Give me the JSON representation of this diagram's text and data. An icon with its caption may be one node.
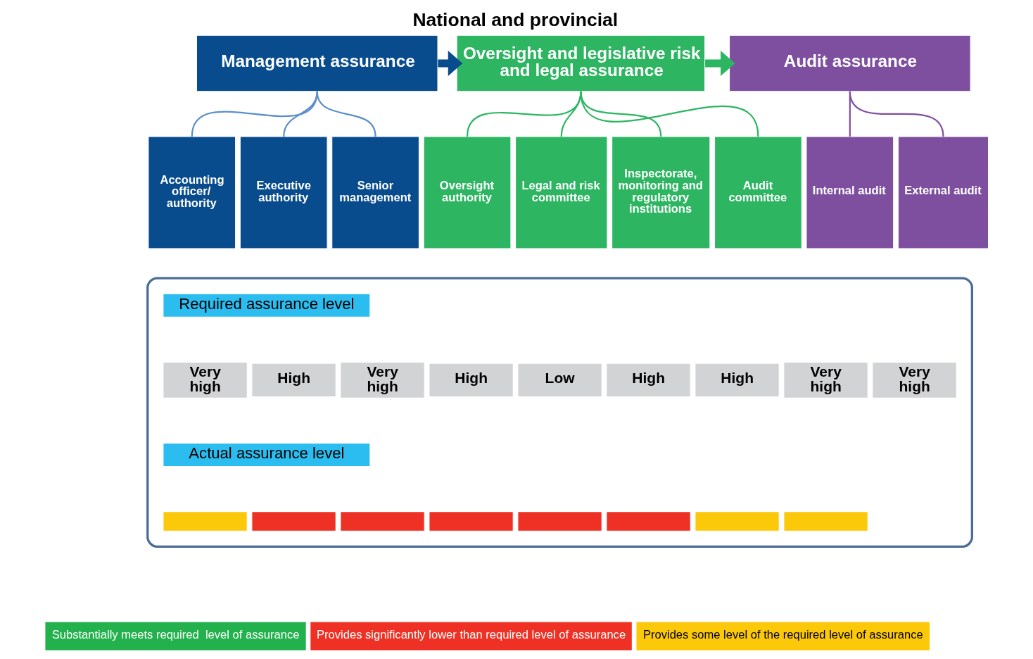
{
  "diagram": {
    "title": "National and provincial",
    "nodes": [
      {
        "text": [
          "Management assurance"
        ]
      },
      {
        "text": [
          "Oversight and legislative risk and legal assurance"
        ]
      },
      {
        "text": [
          "Audit assurance"
        ]
      },
      {
        "text": [
          "Accounting officer/ authority"
        ]
      },
      {
        "text": [
          "Executive authority"
        ]
      },
      {
        "text": [
          "Senior management"
        ]
      },
      {
        "text": [
          "Oversight authority"
        ]
      },
      {
        "text": [
          "Legal and risk committee"
        ]
      },
      {
        "text": [
          "Inspectorate, monitoring and regulatory institutions"
        ]
      },
      {
        "text": [
          "Audit committee"
        ]
      },
      {
        "text": [
          "Internal audit"
        ]
      },
      {
        "text": [
          "External audit"
        ]
      },
      {
        "text": [],
        "shape": "box"
      },
      {
        "text": [
          "Required assurance level"
        ],
        "in": 12
      },
      {
        "text": [
          "Very high"
        ],
        "in": 12
      },
      {
        "text": [
          "High"
        ],
        "in": 12
      },
      {
        "text": [
          "Very high"
        ],
        "in": 12
      },
      {
        "text": [
          "High"
        ],
        "in": 12
      },
      {
        "text": [
          "Low"
        ],
        "in": 12
      },
      {
        "text": [
          "High"
        ],
        "in": 12
      },
      {
        "text": [
          "High"
        ],
        "in": 12
      },
      {
        "text": [
          "Very high"
        ],
        "in": 12
      },
      {
        "text": [
          "Very high"
        ],
        "in": 12
      },
      {
        "text": [
          "Actual assurance level"
        ],
        "in": 12
      },
      {
        "text": [],
        "shape": "bar",
        "in": 12
      },
      {
        "text": [],
        "shape": "bar",
        "in": 12
      },
      {
        "text": [],
        "shape": "bar",
        "in": 12
      },
      {
        "text": [],
        "shape": "bar",
        "in": 12
      },
      {
        "text": [],
        "shape": "bar",
        "in": 12
      },
      {
        "text": [],
        "shape": "bar",
        "in": 12
      },
      {
        "text": [],
        "shape": "bar",
        "in": 12
      },
      {
        "text": [],
        "shape": "bar",
        "in": 12
      }
    ],
    "edges": [
      {
        "from": 0,
        "to": 1,
        "arrow": "to",
        "style": "thick",
        "color": "#084c8d"
      },
      {
        "from": 1,
        "to": 2,
        "arrow": "to",
        "style": "thick",
        "color": "#2db562"
      },
      {
        "from": 0,
        "to": 3,
        "arrow": "none",
        "color": "#5b8fc9"
      },
      {
        "from": 0,
        "to": 4,
        "arrow": "none",
        "color": "#5b8fc9"
      },
      {
        "from": 0,
        "to": 5,
        "arrow": "none",
        "color": "#5b8fc9"
      },
      {
        "from": 1,
        "to": 6,
        "arrow": "none",
        "color": "#2db562"
      },
      {
        "from": 1,
        "to": 7,
        "arrow": "none",
        "color": "#2db562"
      },
      {
        "from": 1,
        "to": 8,
        "arrow": "none",
        "color": "#2db562"
      },
      {
        "from": 1,
        "to": 9,
        "arrow": "none",
        "color": "#2db562"
      },
      {
        "from": 2,
        "to": 10,
        "arrow": "none",
        "color": "#7f4f9f"
      },
      {
        "from": 2,
        "to": 11,
        "arrow": "none",
        "color": "#7f4f9f"
      }
    ],
    "legend": [
      {
        "text": "Substantially meets required  level of assurance",
        "color": "#22b14c"
      },
      {
        "text": "Provides significantly lower than required level of assurance",
        "color": "#ee3124"
      },
      {
        "text": "Provides some level of the required level of assurance",
        "color": "#fcc80a"
      }
    ]
  }
}
